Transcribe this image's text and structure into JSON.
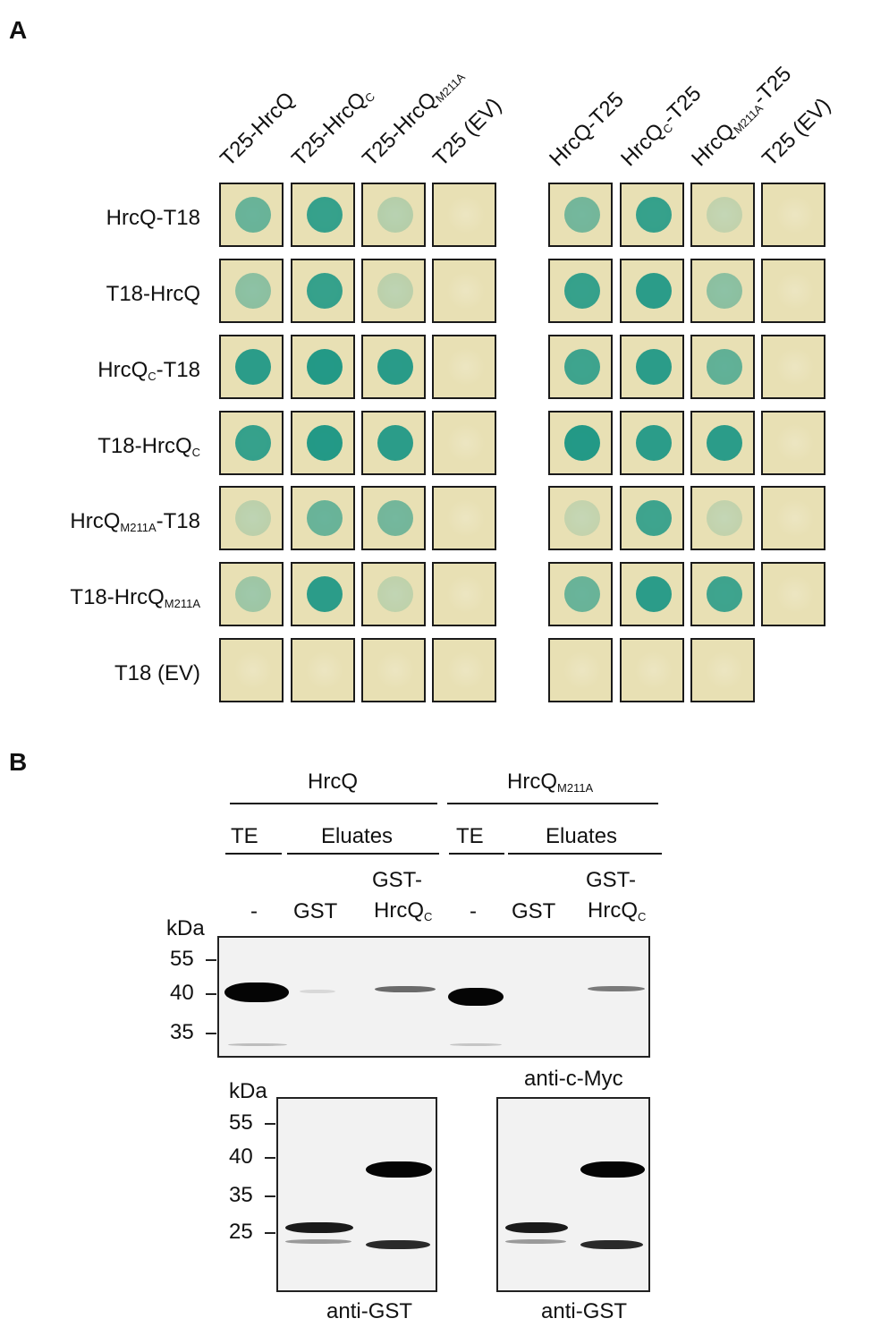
{
  "panelA": {
    "letter": "A",
    "left_group_headers": [
      "T25-HrcQ",
      "T25-HrcQ|C",
      "T25-HrcQ|M211A",
      "T25 (EV)"
    ],
    "right_group_headers": [
      "HrcQ-T25",
      "HrcQ|C|-T25",
      "HrcQ|M211A|-T25",
      "T25 (EV)"
    ],
    "rows": [
      {
        "label": "HrcQ-T18",
        "left": [
          0.55,
          0.85,
          0.12,
          0.0
        ],
        "right": [
          0.5,
          0.85,
          0.05,
          0.0
        ]
      },
      {
        "label": "T18-HrcQ",
        "left": [
          0.35,
          0.85,
          0.08,
          0.0
        ],
        "right": [
          0.85,
          0.9,
          0.35,
          0.0
        ]
      },
      {
        "label": "HrcQ|C|-T18",
        "left": [
          0.9,
          0.95,
          0.92,
          0.0
        ],
        "right": [
          0.8,
          0.9,
          0.6,
          0.0
        ]
      },
      {
        "label": "T18-HrcQ|C",
        "left": [
          0.85,
          0.95,
          0.9,
          0.0
        ],
        "right": [
          0.95,
          0.9,
          0.9,
          0.0
        ]
      },
      {
        "label": "HrcQ|M211A|-T18",
        "left": [
          0.08,
          0.55,
          0.5,
          0.0
        ],
        "right": [
          0.04,
          0.8,
          0.05,
          0.0
        ]
      },
      {
        "label": "T18-HrcQ|M211A",
        "left": [
          0.25,
          0.9,
          0.06,
          0.0
        ],
        "right": [
          0.55,
          0.9,
          0.8,
          0.0
        ]
      },
      {
        "label": "T18 (EV)",
        "left": [
          0.0,
          0.0,
          0.0,
          0.0
        ],
        "right": [
          0.0,
          0.0,
          0.0,
          null
        ]
      }
    ]
  },
  "panelB": {
    "letter": "B",
    "group1": "HrcQ",
    "group2": "HrcQ|M211A",
    "te": "TE",
    "eluates": "Eluates",
    "lane_dash": "-",
    "lane_gst": "GST",
    "lane_gst_hrcqc_top": "GST-",
    "lane_gst_hrcqc_bottom": "HrcQ|C",
    "kda": "kDa",
    "top_markers": [
      "55",
      "40",
      "35"
    ],
    "bottom_markers": [
      "55",
      "40",
      "35",
      "25"
    ],
    "anti_myc": "anti-c-Myc",
    "anti_gst": "anti-GST"
  }
}
